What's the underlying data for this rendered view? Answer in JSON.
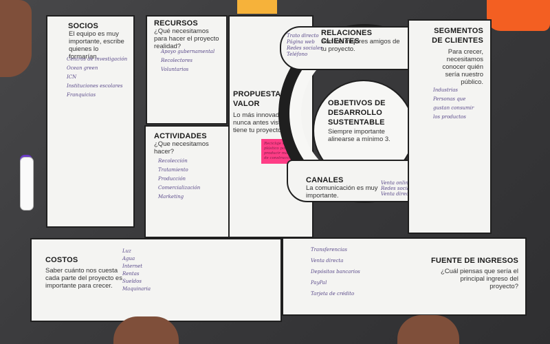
{
  "socios": {
    "title": "SOCIOS",
    "desc": "El equipo es muy importante, escribe quienes lo formarían.",
    "notes": [
      "Centros de investigación",
      "Ocean green",
      "ICN",
      "Instituciones escolares",
      "Franquicias"
    ]
  },
  "recursos": {
    "title": "RECURSOS",
    "desc": "¿Qué necesitamos para hacer el proyecto realidad?",
    "notes": [
      "Apoyo gubernamental",
      "Recolectores",
      "Voluntarios"
    ]
  },
  "actividades": {
    "title": "ACTIVIDADES",
    "desc": "¿Que necesitamos hacer?",
    "notes": [
      "Recolección",
      "Tratamiento",
      "Producción",
      "Comercialización",
      "Marketing"
    ]
  },
  "propuesta": {
    "title": "PROPUESTA DE VALOR",
    "desc": "Lo más innovador y nunca antes visto que tiene tu proyecto.",
    "sticky": "Reciclaje de plástico para producir material de construcción"
  },
  "relaciones": {
    "title": "RELACIONES CLIENTES",
    "desc": "Son los mejores amigos de tu proyecto.",
    "notes": [
      "Trato directo",
      "Página web",
      "Redes sociales",
      "Teléfono"
    ]
  },
  "objetivos": {
    "title": "OBJETIVOS DE DESARROLLO SUSTENTABLE",
    "desc": "Siempre importante alinearse a mínimo 3."
  },
  "canales": {
    "title": "CANALES",
    "desc": "La comunicación es muy importante.",
    "notes": [
      "Venta online",
      "Redes sociales",
      "Venta directa"
    ]
  },
  "segmentos": {
    "title": "SEGMENTOS DE CLIENTES",
    "desc": "Para crecer, necesitamos conocer quién sería nuestro público.",
    "notes": [
      "Industrias",
      "Personas que",
      "gustan consumir",
      "los productos"
    ]
  },
  "costos": {
    "title": "COSTOS",
    "desc": "Saber cuánto nos cuesta cada parte del proyecto es importante para crecer.",
    "notes": [
      "Luz",
      "Agua",
      "Internet",
      "Rentas",
      "Sueldos",
      "Maquinaria"
    ]
  },
  "ingresos": {
    "title": "FUENTE DE INGRESOS",
    "desc": "¿Cuál piensas que sería el principal ingreso del proyecto?",
    "notes": [
      "Transferencias",
      "Venta directa",
      "Depósitos bancarios",
      "PayPal",
      "Tarjeta de crédito"
    ]
  }
}
